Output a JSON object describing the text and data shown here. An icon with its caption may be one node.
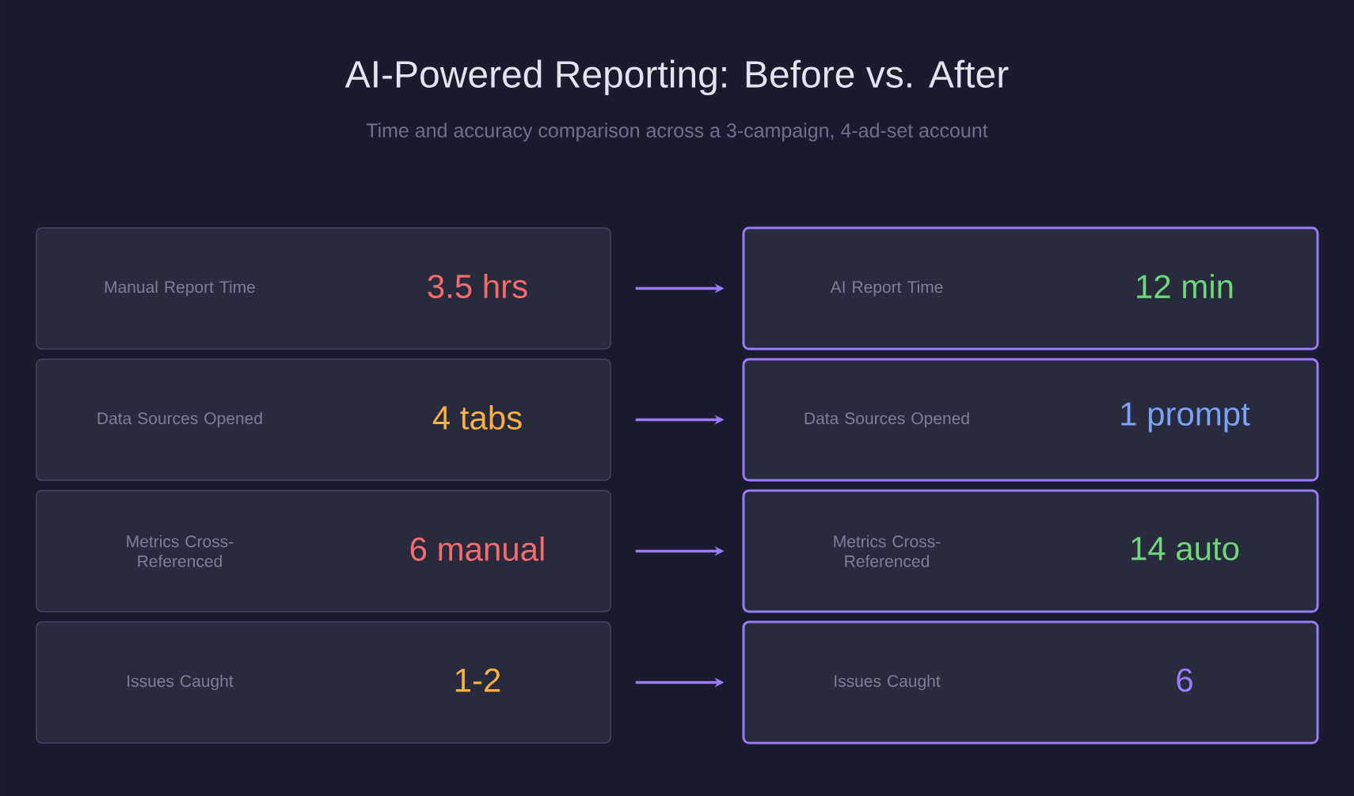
{
  "diagram": {
    "title": "AI-Powered Reporting: Before vs. After",
    "caption": "Time and accuracy comparison across a 3-campaign, 4-ad-set account",
    "nodes": [
      {
        "text": [
          "Manual Report Time",
          "3.5 hrs"
        ]
      },
      {
        "text": [
          "AI Report Time",
          "12 min"
        ]
      },
      {
        "text": [
          "Data Sources Opened",
          "4 tabs"
        ]
      },
      {
        "text": [
          "Data Sources Opened",
          "1 prompt"
        ]
      },
      {
        "text": [
          "Metrics Cross-Referenced",
          "6 manual"
        ]
      },
      {
        "text": [
          "Metrics Cross-Referenced",
          "14 auto"
        ]
      },
      {
        "text": [
          "Issues Caught",
          "1-2"
        ]
      },
      {
        "text": [
          "Issues Caught",
          "6"
        ]
      }
    ],
    "edges": [
      {
        "from": 0,
        "to": 1,
        "arrow": "to"
      },
      {
        "from": 2,
        "to": 3,
        "arrow": "to"
      },
      {
        "from": 4,
        "to": 5,
        "arrow": "to"
      },
      {
        "from": 6,
        "to": 7,
        "arrow": "to"
      }
    ]
  }
}
